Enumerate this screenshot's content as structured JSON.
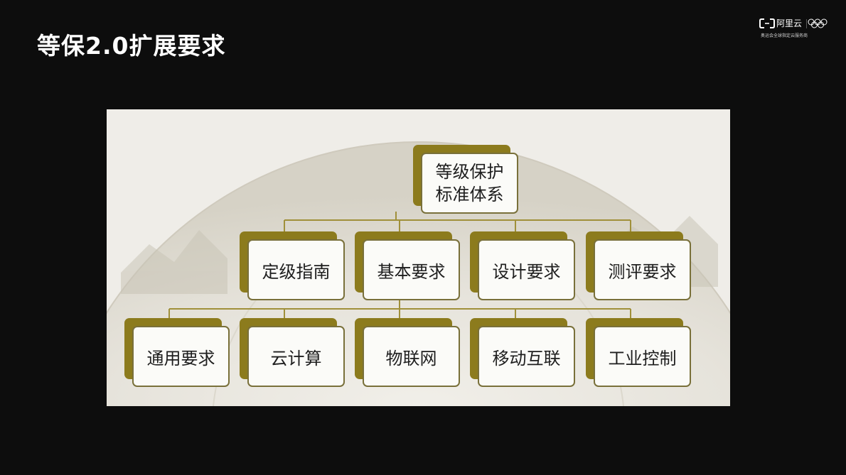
{
  "slide": {
    "title": "等保2.0扩展要求"
  },
  "logo": {
    "icon": "aliyun-bracket-icon",
    "text": "阿里云",
    "rings_icon": "olympic-rings-icon",
    "subtitle": "奥运会全球指定云服务商"
  },
  "colors": {
    "background": "#0d0d0d",
    "node_shadow": "#8c7b1d",
    "node_border": "#79703a",
    "connector": "#a0903a",
    "panel": "#eceae4"
  },
  "diagram": {
    "root": {
      "line1": "等级保护",
      "line2": "标准体系"
    },
    "level2": [
      "定级指南",
      "基本要求",
      "设计要求",
      "测评要求"
    ],
    "level3": [
      "通用要求",
      "云计算",
      "物联网",
      "移动互联",
      "工业控制"
    ]
  }
}
